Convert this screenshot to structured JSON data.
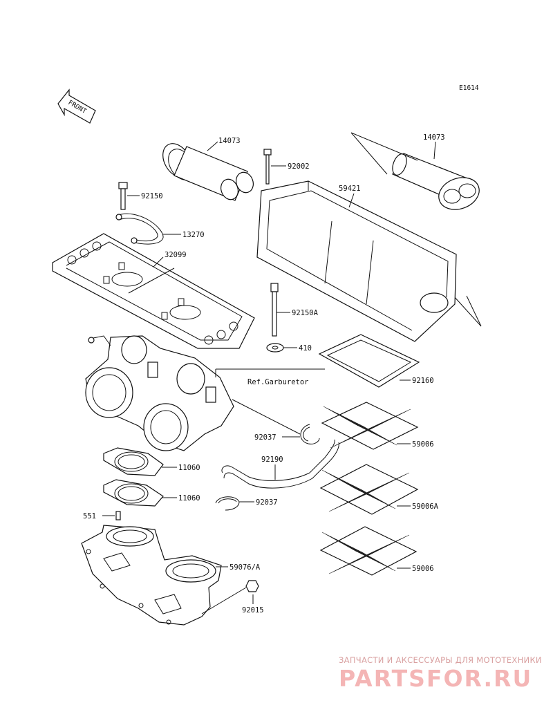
{
  "diagram_code": "E1614",
  "front_label": "FRONT",
  "reference_label": "Ref.Garburetor",
  "parts": {
    "air_duct_left": "14073",
    "air_duct_right": "14073",
    "bolt_top": "92002",
    "air_box_cover": "59421",
    "bolt_left": "92150",
    "bracket": "13270",
    "air_box_base": "32099",
    "bolt_long": "92150A",
    "washer": "410",
    "seal": "92160",
    "clamp_upper": "92037",
    "flame_arrester_1": "59006",
    "hose": "92190",
    "gasket_1": "11060",
    "flame_arrester_2": "59006A",
    "gasket_2": "11060",
    "clamp_lower": "92037",
    "pin": "551",
    "manifold": "59076/A",
    "flame_arrester_3": "59006",
    "nut": "92015"
  },
  "watermark": {
    "caption": "ЗАПЧАСТИ И АКСЕССУАРЫ ДЛЯ МОТОТЕХНИКИ",
    "logo": "PARTSFOR.RU"
  }
}
